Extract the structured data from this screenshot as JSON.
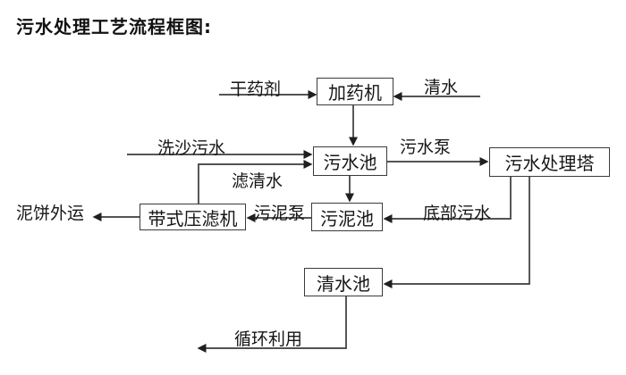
{
  "title": "污水处理工艺流程框图:",
  "diagram": {
    "type": "flowchart",
    "colors": {
      "line": "#3b3b3b",
      "box_border": "#3b3b3b",
      "text": "#161616",
      "background": "#ffffff"
    },
    "nodes": {
      "dosing_machine": "加药机",
      "sewage_pool": "污水池",
      "sewage_treatment_tower": "污水处理塔",
      "sludge_pool": "污泥池",
      "belt_filter_press": "带式压滤机",
      "clean_water_pool": "清水池"
    },
    "edges": [
      {
        "from": "external",
        "to": "dosing_machine",
        "label": "干药剂"
      },
      {
        "from": "external",
        "to": "dosing_machine",
        "label": "清水"
      },
      {
        "from": "dosing_machine",
        "to": "sewage_pool",
        "label": ""
      },
      {
        "from": "external",
        "to": "sewage_pool",
        "label": "洗沙污水"
      },
      {
        "from": "belt_filter_press",
        "to": "sewage_pool",
        "label": "滤清水"
      },
      {
        "from": "sewage_pool",
        "to": "sewage_treatment_tower",
        "label": "污水泵"
      },
      {
        "from": "sewage_pool",
        "to": "sludge_pool",
        "label": ""
      },
      {
        "from": "sludge_pool",
        "to": "belt_filter_press",
        "label": "污泥泵"
      },
      {
        "from": "sewage_treatment_tower",
        "to": "sludge_pool",
        "label": "底部污水"
      },
      {
        "from": "belt_filter_press",
        "to": "external",
        "label": "泥饼外运"
      },
      {
        "from": "sewage_treatment_tower",
        "to": "clean_water_pool",
        "label": ""
      },
      {
        "from": "clean_water_pool",
        "to": "external",
        "label": "循环利用"
      }
    ]
  }
}
